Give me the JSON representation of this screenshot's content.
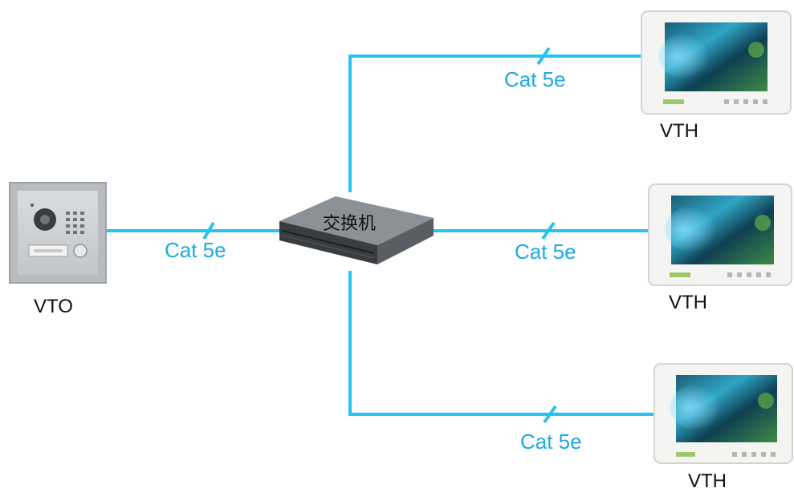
{
  "colors": {
    "cable": "#27c2f0",
    "cable_label": "#1ea8e6",
    "switch_top": "#8c9196",
    "switch_front": "#3a3d40",
    "panel_frame": "#b9bcbf",
    "monitor_frame": "#f4f4f2"
  },
  "switch": {
    "label": "交换机",
    "icon": "network-switch-icon"
  },
  "vto": {
    "label": "VTO",
    "icon": "door-station-icon"
  },
  "vth": [
    {
      "label": "VTH",
      "icon": "indoor-monitor-icon"
    },
    {
      "label": "VTH",
      "icon": "indoor-monitor-icon"
    },
    {
      "label": "VTH",
      "icon": "indoor-monitor-icon"
    }
  ],
  "cables": [
    {
      "label": "Cat 5e"
    },
    {
      "label": "Cat 5e"
    },
    {
      "label": "Cat 5e"
    },
    {
      "label": "Cat 5e"
    }
  ]
}
